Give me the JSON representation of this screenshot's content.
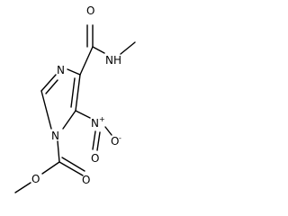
{
  "molecule": {
    "atoms": {
      "carbonyl_O_amide": "O",
      "amide_N": "N",
      "amide_H": "H",
      "ring_N3": "N",
      "nitro_N": "N",
      "nitro_N_charge": "+",
      "nitro_O_single": "O",
      "nitro_O_charge": "-",
      "nitro_O_double": "O",
      "ring_N1": "N",
      "ester_O_double": "O",
      "ester_O_single": "O"
    }
  }
}
